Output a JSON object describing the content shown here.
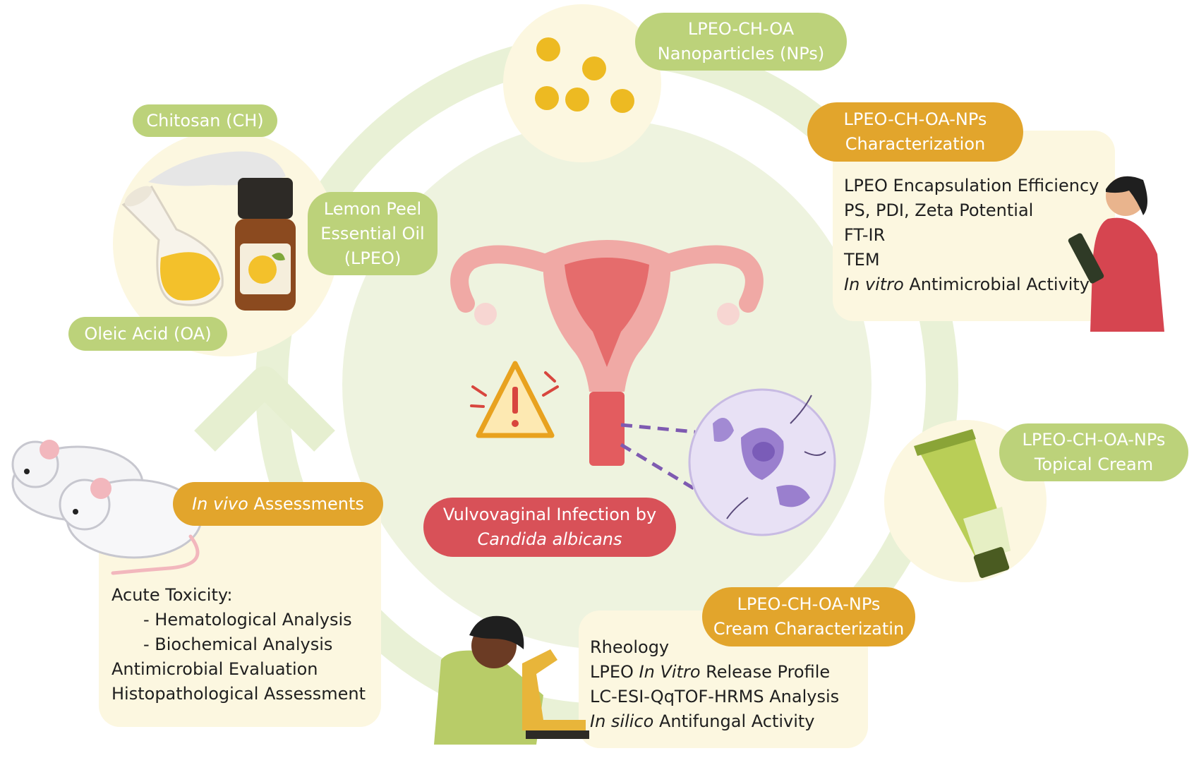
{
  "center": {
    "line1": "Vulvovaginal Infection by",
    "line2": "Candida albicans"
  },
  "nanoparticles": {
    "line1": "LPEO-CH-OA",
    "line2": "Nanoparticles (NPs)"
  },
  "ingredients": {
    "chitosan": "Chitosan (CH)",
    "lemon_line1": "Lemon Peel",
    "lemon_line2": "Essential Oil",
    "lemon_line3": "(LPEO)",
    "oleic": "Oleic Acid (OA)"
  },
  "characterization": {
    "title_line1": "LPEO-CH-OA-NPs",
    "title_line2": "Characterization",
    "items": [
      "LPEO Encapsulation Efficiency",
      "PS, PDI, Zeta Potential",
      "FT-IR",
      "TEM"
    ],
    "item5_italic": "In vitro",
    "item5_rest": " Antimicrobial Activity"
  },
  "topical_cream": {
    "line1": "LPEO-CH-OA-NPs",
    "line2": "Topical Cream"
  },
  "cream_characterization": {
    "title_line1": "LPEO-CH-OA-NPs",
    "title_line2": "Cream Characterizatin",
    "item1": "Rheology",
    "item2_a": "LPEO ",
    "item2_italic": "In Vitro",
    "item2_b": " Release Profile",
    "item3": "LC-ESI-QqTOF-HRMS Analysis",
    "item4_italic": "In silico",
    "item4_rest": " Antifungal Activity"
  },
  "in_vivo": {
    "title_italic": "In vivo",
    "title_rest": " Assessments",
    "item1": "Acute Toxicity:",
    "item2": "- Hematological Analysis",
    "item3": "- Biochemical Analysis",
    "item4": "Antimicrobial Evaluation",
    "item5": "Histopathological Assessment"
  },
  "colors": {
    "green_pill": "#bcd27a",
    "orange_pill": "#e2a52c",
    "red_pill": "#d85158",
    "card": "#fcf7e0",
    "ring": "#e8f0d4"
  }
}
